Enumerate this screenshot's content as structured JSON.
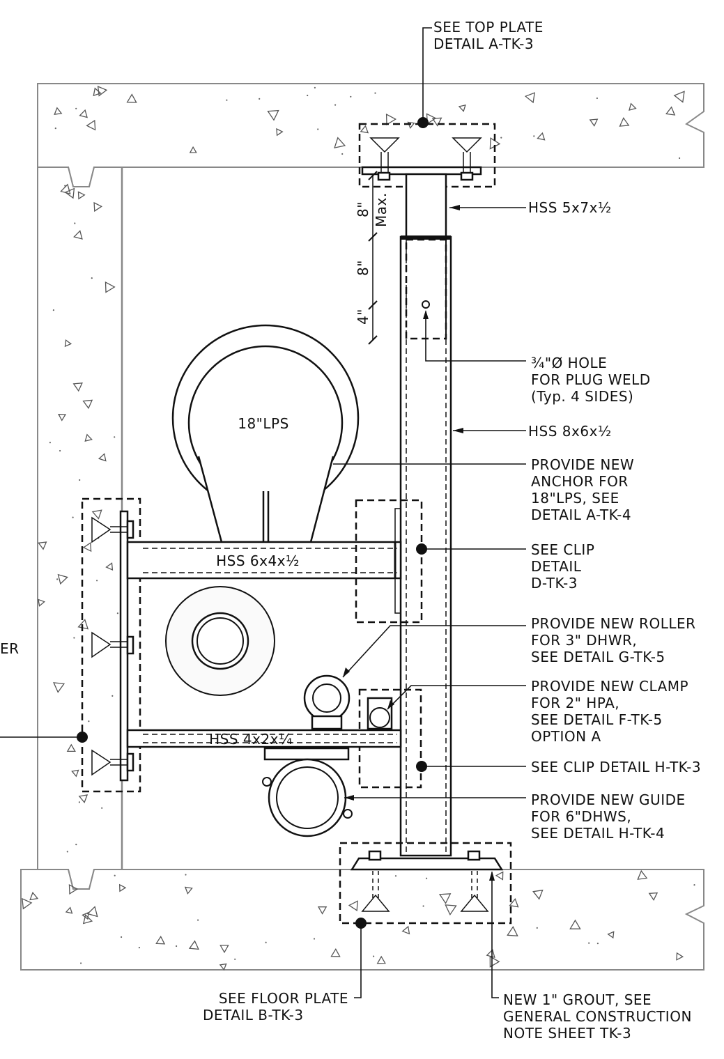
{
  "callouts": {
    "top_plate": [
      "SEE TOP PLATE",
      "DETAIL A-TK-3"
    ],
    "hss_top": "HSS 5x7x½",
    "hole": [
      "¾\"Ø HOLE",
      "FOR PLUG WELD",
      "(Typ. 4 SIDES)"
    ],
    "hss_col": "HSS 8x6x½",
    "anchor": [
      "PROVIDE NEW",
      "ANCHOR FOR",
      "18\"LPS, SEE",
      "DETAIL A-TK-4"
    ],
    "clip_d": [
      "SEE CLIP",
      "DETAIL",
      "D-TK-3"
    ],
    "roller": [
      "PROVIDE NEW ROLLER",
      "FOR 3\" DHWR,",
      "SEE DETAIL G-TK-5"
    ],
    "clamp": [
      "PROVIDE NEW CLAMP",
      "FOR 2\" HPA,",
      "SEE DETAIL F-TK-5",
      "OPTION A"
    ],
    "clip_h": "SEE CLIP DETAIL H-TK-3",
    "guide": [
      "PROVIDE NEW GUIDE",
      "FOR 6\"DHWS,",
      "SEE DETAIL H-TK-4"
    ],
    "floor_plate": [
      "SEE FLOOR PLATE",
      "DETAIL B-TK-3"
    ],
    "grout": [
      "NEW 1\" GROUT, SEE",
      "GENERAL CONSTRUCTION",
      "NOTE SHEET TK-3"
    ],
    "left_cut": "ER"
  },
  "members": {
    "pipe_lps": "18\"LPS",
    "beam_upper": "HSS 6x4x½",
    "beam_lower": "HSS 4x2x¼"
  },
  "dimensions": {
    "max_len": "8\"",
    "max_word": "Max.",
    "d1": "8\"",
    "d2": "4\""
  }
}
